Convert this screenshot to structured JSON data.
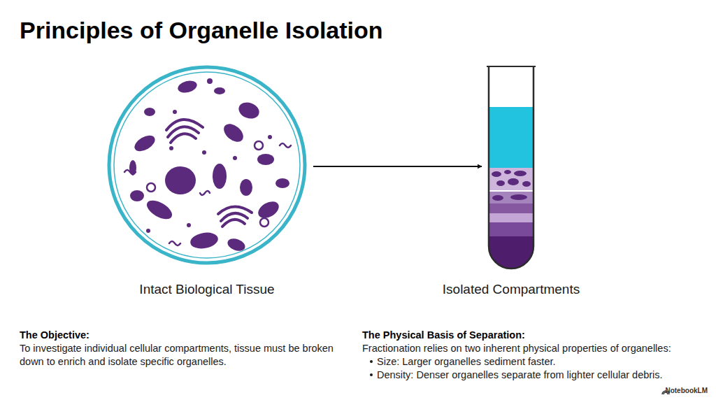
{
  "diagram": {
    "title": "Principles of Organelle Isolation",
    "nodes": [
      {
        "text": [
          "Intact Biological Tissue"
        ]
      },
      {
        "text": [
          "Isolated Compartments"
        ]
      }
    ],
    "edges": [
      {
        "from": 0,
        "to": 1,
        "arrow": "to"
      }
    ],
    "labels": [
      "The Objective:",
      "To investigate individual cellular compartments, tissue must be broken down to enrich and isolate specific organelles.",
      "The Physical Basis of Separation:",
      "Fractionation relies on two inherent physical properties of organelles:",
      "Size: Larger organelles sediment faster.",
      "Density: Denser organelles separate from lighter cellular debris.",
      "NotebookLM"
    ]
  }
}
